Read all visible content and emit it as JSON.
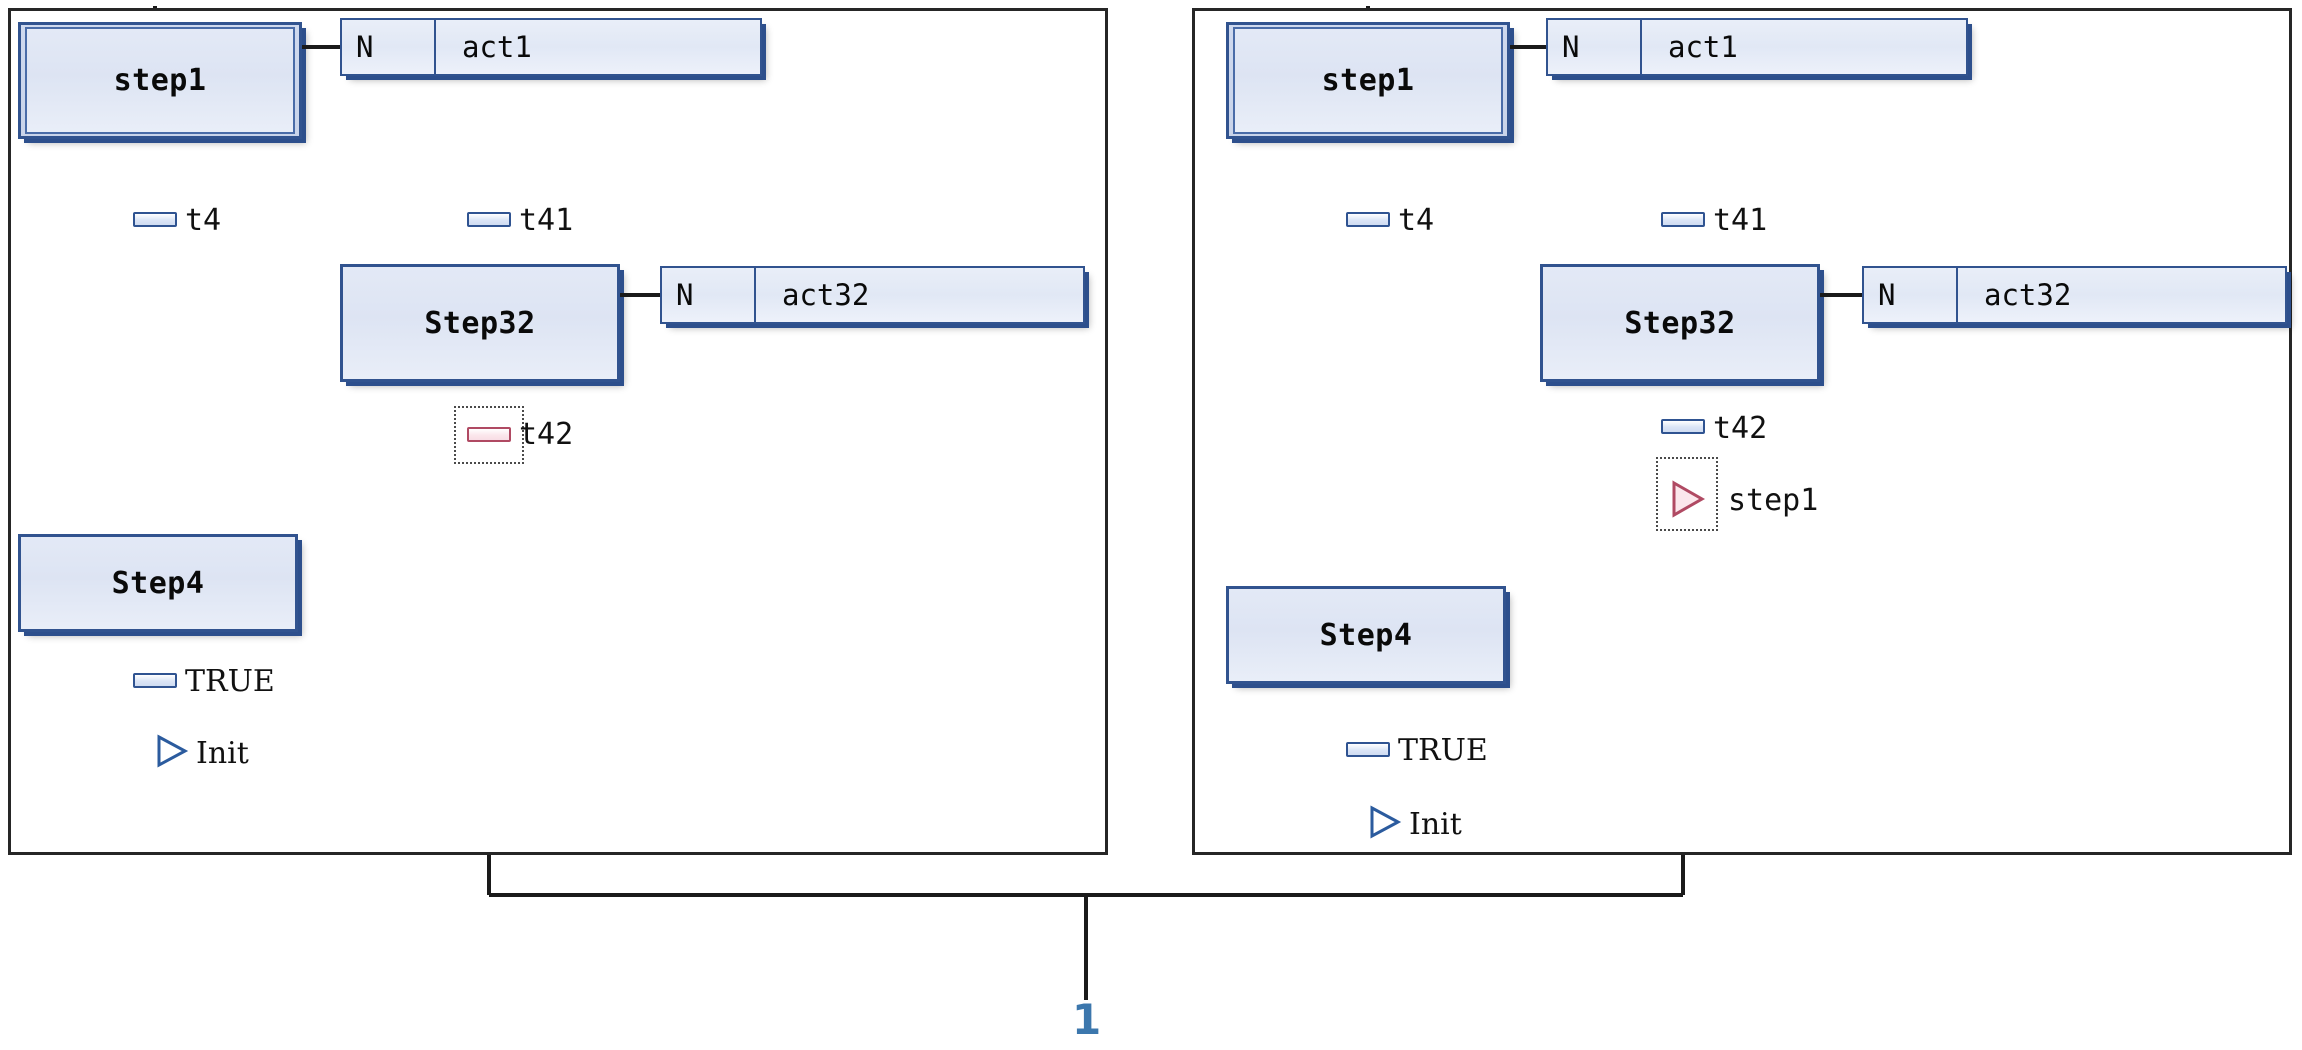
{
  "diagram": {
    "kind": "sfc-sequential-function-chart",
    "footer_label": "1",
    "colors": {
      "step_border": "#31538f",
      "step_fill": "#e3e9f6",
      "transition_border": "#2f5391",
      "transition_selected_border": "#b04a63",
      "transition_selected_fill": "#fbe7ec",
      "jump_arrow": "#2b5b9e",
      "jump_arrow_selected": "#b04a63",
      "selection_outline": "#4a4a4a",
      "connector": "#1a1a1a",
      "panel_border": "#262626",
      "footer_number": "#3c77ad"
    }
  },
  "panels": [
    {
      "id": "left",
      "name": "left-sfc-panel",
      "steps": [
        {
          "name": "step1",
          "label": "step1",
          "initial": true
        },
        {
          "name": "Step32",
          "label": "Step32",
          "initial": false
        },
        {
          "name": "Step4",
          "label": "Step4",
          "initial": false
        }
      ],
      "actions": [
        {
          "for": "step1",
          "qualifier": "N",
          "body": "act1"
        },
        {
          "for": "Step32",
          "qualifier": "N",
          "body": "act32"
        }
      ],
      "transitions": [
        {
          "name": "t4",
          "label": "t4",
          "selected": false
        },
        {
          "name": "t41",
          "label": "t41",
          "selected": false
        },
        {
          "name": "t42",
          "label": "t42",
          "selected": true
        },
        {
          "name": "TRUE",
          "label": "TRUE",
          "selected": false
        }
      ],
      "jumps": [
        {
          "name": "Init",
          "label": "Init",
          "selected": false
        }
      ]
    },
    {
      "id": "right",
      "name": "right-sfc-panel",
      "steps": [
        {
          "name": "step1",
          "label": "step1",
          "initial": true
        },
        {
          "name": "Step32",
          "label": "Step32",
          "initial": false
        },
        {
          "name": "Step4",
          "label": "Step4",
          "initial": false
        }
      ],
      "actions": [
        {
          "for": "step1",
          "qualifier": "N",
          "body": "act1"
        },
        {
          "for": "Step32",
          "qualifier": "N",
          "body": "act32"
        }
      ],
      "transitions": [
        {
          "name": "t4",
          "label": "t4",
          "selected": false
        },
        {
          "name": "t41",
          "label": "t41",
          "selected": false
        },
        {
          "name": "t42",
          "label": "t42",
          "selected": false
        },
        {
          "name": "TRUE",
          "label": "TRUE",
          "selected": false
        }
      ],
      "jumps": [
        {
          "name": "step1",
          "label": "step1",
          "selected": true
        },
        {
          "name": "Init",
          "label": "Init",
          "selected": false
        }
      ]
    }
  ],
  "left": {
    "step1_label": "step1",
    "step1_action_qual": "N",
    "step1_action_body": "act1",
    "t4_label": "t4",
    "t41_label": "t41",
    "step32_label": "Step32",
    "step32_action_qual": "N",
    "step32_action_body": "act32",
    "t42_label": "t42",
    "step4_label": "Step4",
    "true_label": "TRUE",
    "init_label": "Init"
  },
  "right": {
    "step1_label": "step1",
    "step1_action_qual": "N",
    "step1_action_body": "act1",
    "t4_label": "t4",
    "t41_label": "t41",
    "step32_label": "Step32",
    "step32_action_qual": "N",
    "step32_action_body": "act32",
    "t42_label": "t42",
    "jump_step1_label": "step1",
    "step4_label": "Step4",
    "true_label": "TRUE",
    "init_label": "Init"
  },
  "footer": {
    "number": "1"
  }
}
